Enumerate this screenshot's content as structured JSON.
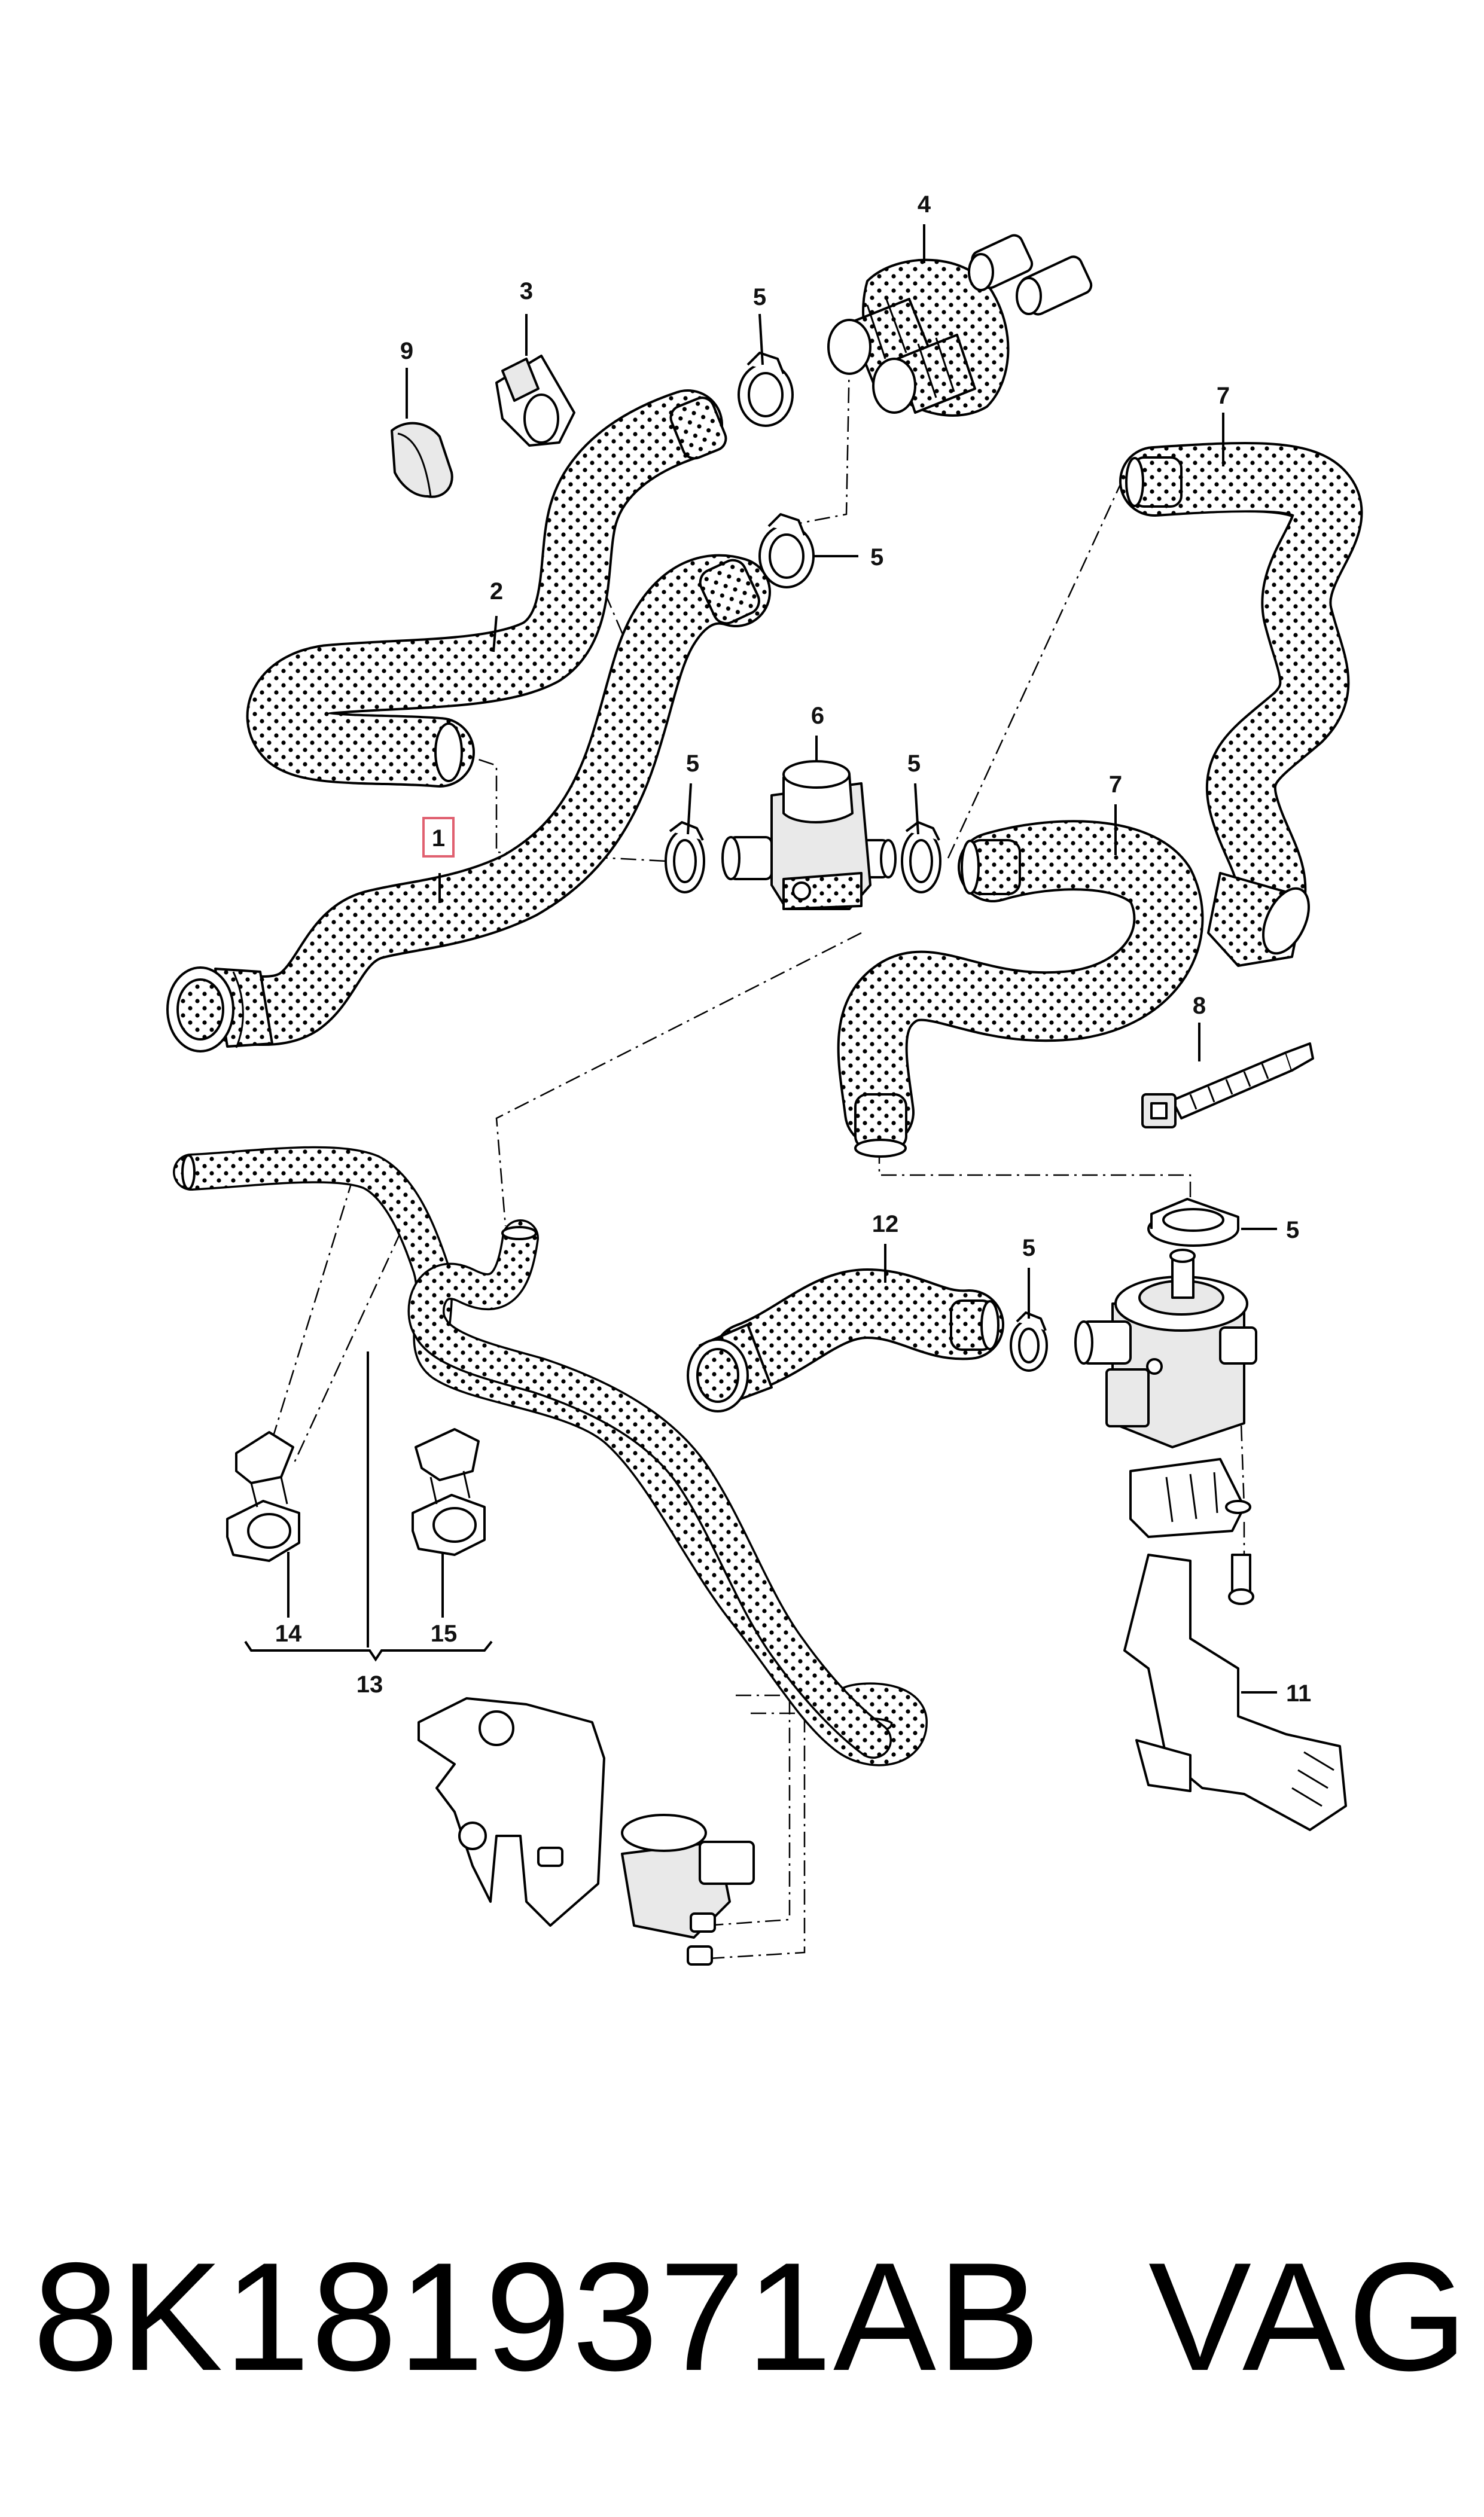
{
  "diagram": {
    "callouts": [
      {
        "key": "c1",
        "label": "1",
        "highlighted": true
      },
      {
        "key": "c2",
        "label": "2"
      },
      {
        "key": "c3",
        "label": "3"
      },
      {
        "key": "c4",
        "label": "4"
      },
      {
        "key": "c5a",
        "label": "5"
      },
      {
        "key": "c5b",
        "label": "5"
      },
      {
        "key": "c5c",
        "label": "5"
      },
      {
        "key": "c5d",
        "label": "5"
      },
      {
        "key": "c5e",
        "label": "5"
      },
      {
        "key": "c5f",
        "label": "5"
      },
      {
        "key": "c6",
        "label": "6"
      },
      {
        "key": "c7a",
        "label": "7"
      },
      {
        "key": "c7b",
        "label": "7"
      },
      {
        "key": "c8",
        "label": "8"
      },
      {
        "key": "c9",
        "label": "9"
      },
      {
        "key": "c11",
        "label": "11"
      },
      {
        "key": "c12",
        "label": "12"
      },
      {
        "key": "c13",
        "label": "13"
      },
      {
        "key": "c14",
        "label": "14"
      },
      {
        "key": "c15",
        "label": "15"
      }
    ],
    "highlight_color": "#e06070",
    "line_color": "#000000"
  },
  "footer": {
    "part_number": "8K1819371AB",
    "brand": "VAG"
  }
}
